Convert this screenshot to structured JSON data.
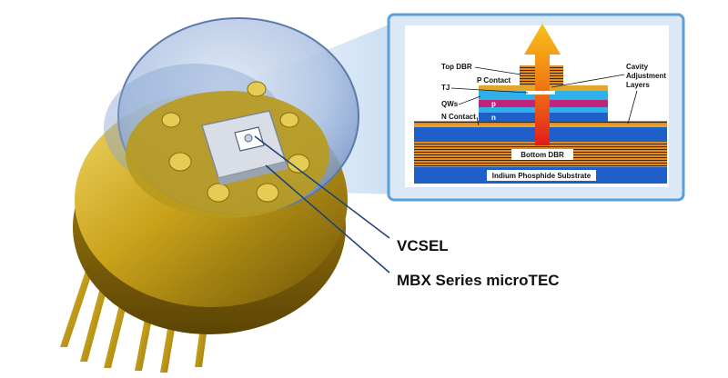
{
  "inset": {
    "labels": {
      "top_dbr": "Top DBR",
      "p_contact": "P Contact",
      "tj": "TJ",
      "qws": "QWs",
      "n_contact": "N Contact",
      "cavity_adjustment": [
        "Cavity",
        "Adjustment",
        "Layers"
      ],
      "p_layer": "p",
      "n_layer": "n",
      "bottom_dbr": "Bottom DBR",
      "substrate": "Indium Phosphide Substrate"
    }
  },
  "callouts": {
    "vcsel": "VCSEL",
    "microtec": "MBX Series microTEC"
  },
  "colors": {
    "gold": "#c9a21a",
    "dome_blue": "#7f9dcc",
    "inset_bg": "#dbe9f7",
    "inset_border": "#5a9fd8",
    "dbr_orange": "#e58a1e",
    "dbr_dark": "#3b2a12",
    "substrate_blue": "#1f60c8",
    "qw_magenta": "#c0237a"
  }
}
